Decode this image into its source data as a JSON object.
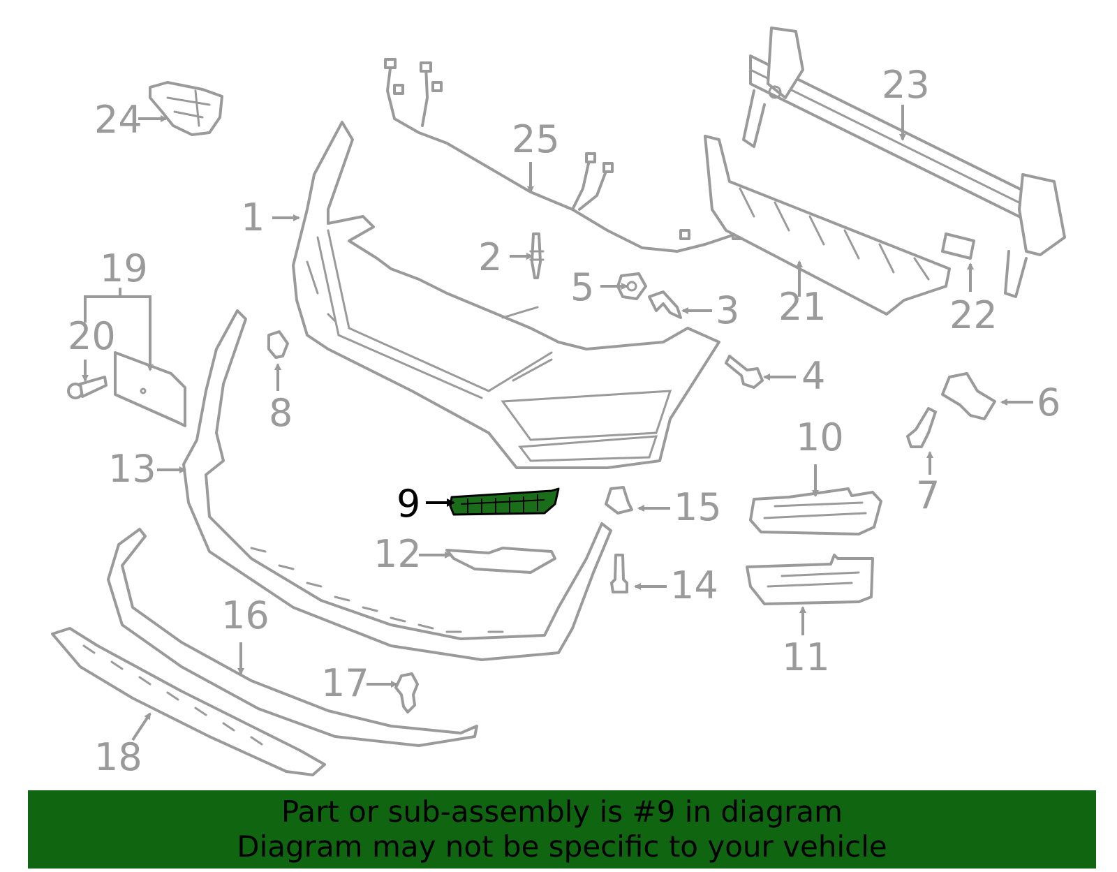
{
  "diagram": {
    "highlighted_part": "9",
    "highlight_color": "#1a6e1a",
    "line_color": "#9a9a9a",
    "callouts": [
      "1",
      "2",
      "3",
      "4",
      "5",
      "6",
      "7",
      "8",
      "9",
      "10",
      "11",
      "12",
      "13",
      "14",
      "15",
      "16",
      "17",
      "18",
      "19",
      "20",
      "21",
      "22",
      "23",
      "24",
      "25"
    ]
  },
  "banner": {
    "background": "#0f6510",
    "line1": "Part or sub-assembly is #9 in diagram",
    "line2": "Diagram may not be specific to your vehicle"
  }
}
